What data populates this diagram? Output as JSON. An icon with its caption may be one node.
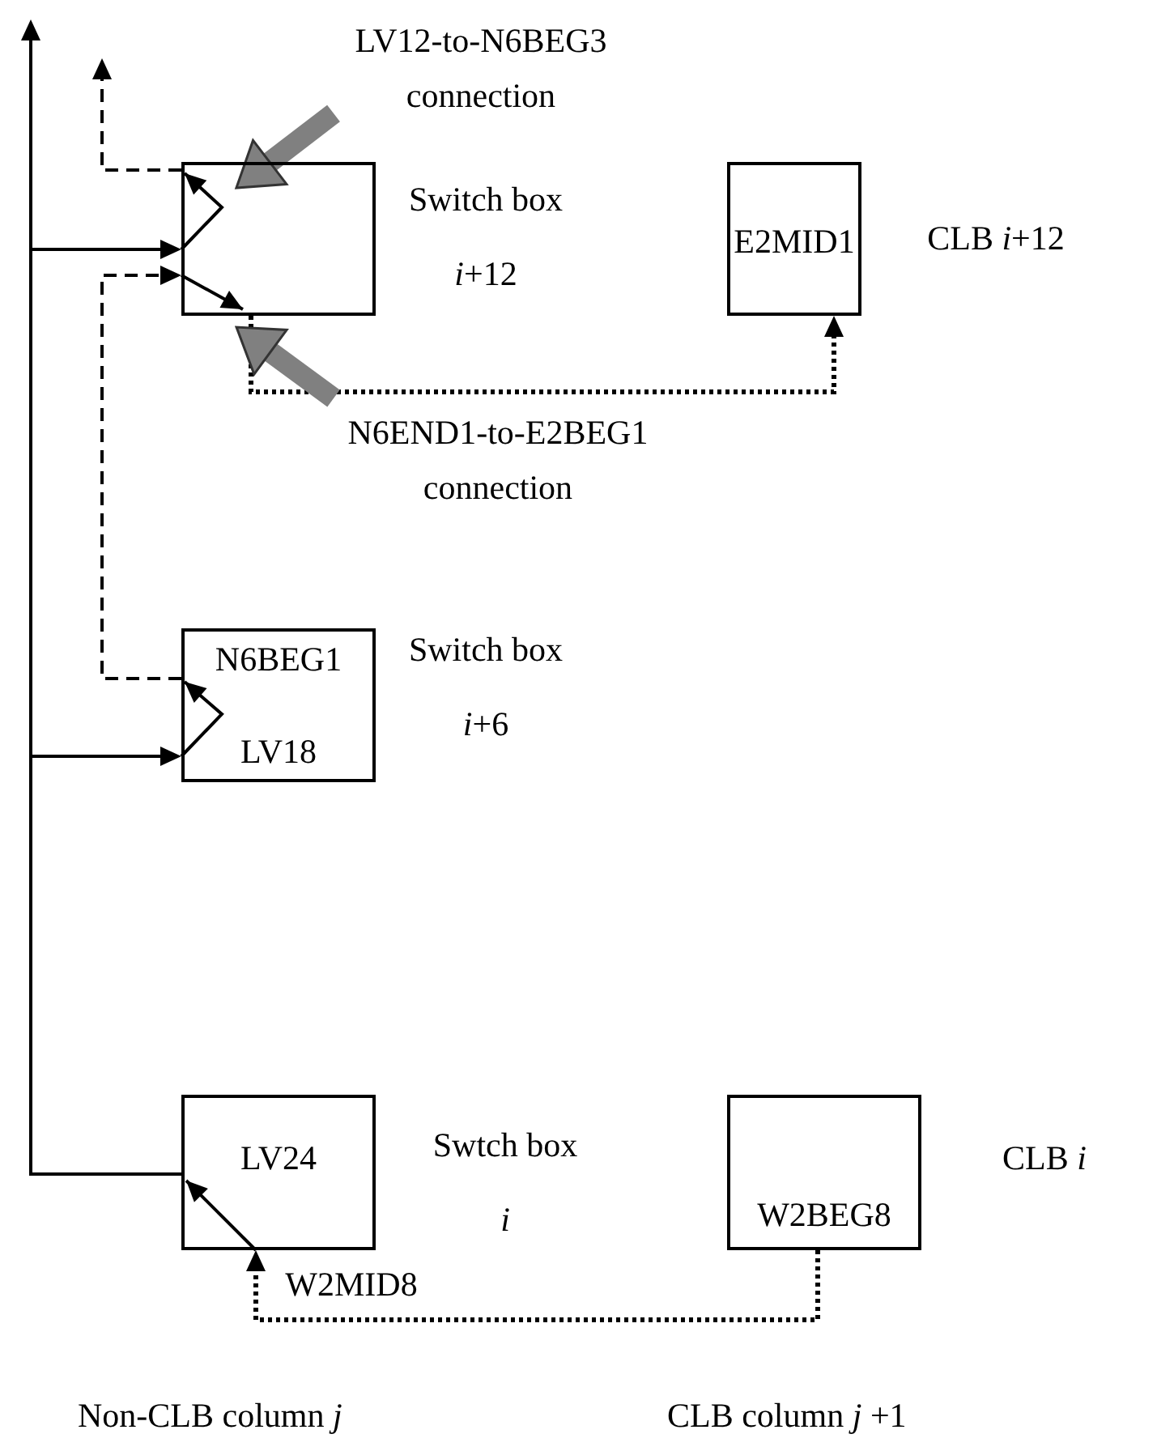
{
  "diagram": {
    "nodes": [
      {
        "text": [],
        "shape": "box",
        "beside": [
          "Switch box *i*+12"
        ]
      },
      {
        "text": [
          "E2MID1"
        ],
        "beside": [
          "CLB *i*+12"
        ]
      },
      {
        "text": [
          "N6BEG1",
          "LV18"
        ],
        "beside": [
          "Switch box *i*+6"
        ]
      },
      {
        "text": [
          "LV24"
        ],
        "beside": [
          "Swtch box *i*",
          "W2MID8"
        ]
      },
      {
        "text": [
          "W2BEG8"
        ],
        "beside": [
          "CLB *i*"
        ]
      },
      {
        "text": [
          "LV12-to-N6BEG3 connection"
        ]
      },
      {
        "text": [
          "N6END1-to-E2BEG1 connection"
        ]
      }
    ],
    "edges": [
      {
        "from": 3,
        "to": null,
        "arrow": "to"
      },
      {
        "from": 3,
        "to": 2,
        "arrow": "to"
      },
      {
        "from": 3,
        "to": 0,
        "arrow": "to"
      },
      {
        "from": 2,
        "to": 0,
        "arrow": "to",
        "style": "dashed"
      },
      {
        "from": 0,
        "to": null,
        "arrow": "to",
        "style": "dashed"
      },
      {
        "from": 0,
        "to": 1,
        "arrow": "to",
        "style": "dashed"
      },
      {
        "from": 4,
        "to": 3,
        "arrow": "to",
        "style": "dashed"
      },
      {
        "from": 5,
        "to": 0,
        "arrow": "to",
        "style": "thick",
        "color": "#808080"
      },
      {
        "from": 6,
        "to": 0,
        "arrow": "to",
        "style": "thick",
        "color": "#808080"
      }
    ],
    "labels": [
      "Non-CLB column *j*",
      "CLB column *j* +1"
    ]
  }
}
